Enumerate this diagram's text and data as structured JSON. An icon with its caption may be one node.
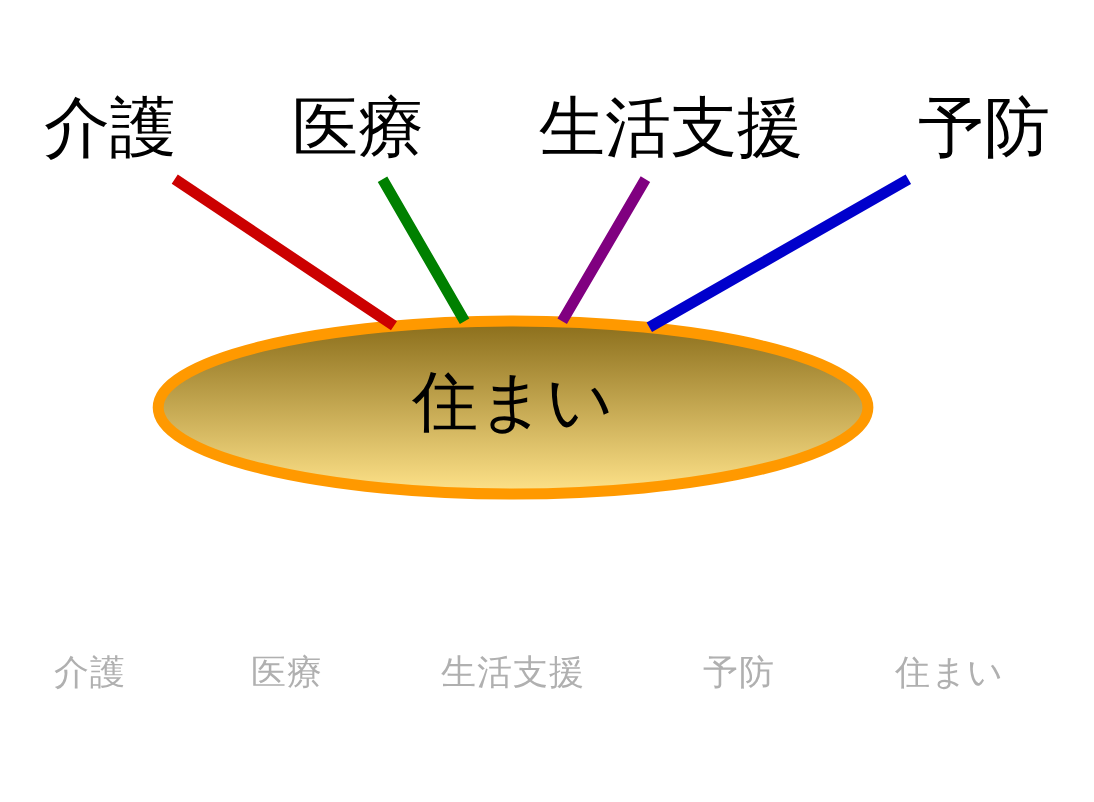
{
  "diagram": {
    "nodes": [
      {
        "text": [
          "介護"
        ]
      },
      {
        "text": [
          "医療"
        ]
      },
      {
        "text": [
          "生活支援"
        ]
      },
      {
        "text": [
          "予防"
        ]
      },
      {
        "text": [
          "住まい"
        ]
      }
    ],
    "edges": [
      {
        "from": 0,
        "to": 4,
        "arrow": "none",
        "color": "#cc0000"
      },
      {
        "from": 1,
        "to": 4,
        "arrow": "none",
        "color": "#008000"
      },
      {
        "from": 2,
        "to": 4,
        "arrow": "none",
        "color": "#800080"
      },
      {
        "from": 3,
        "to": 4,
        "arrow": "none",
        "color": "#0000cc"
      }
    ],
    "labels": [
      "介護",
      "医療",
      "生活支援",
      "予防",
      "住まい"
    ]
  }
}
